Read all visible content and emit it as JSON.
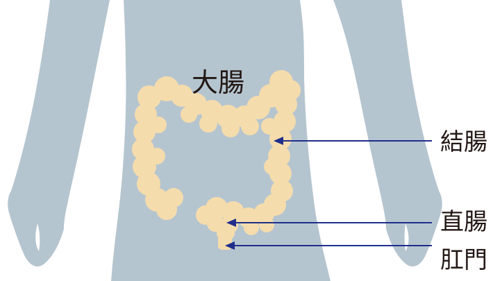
{
  "colors": {
    "body": "#b5c5cf",
    "colon": "#f5dcac",
    "arrow": "#1f2e8a",
    "text": "#231815",
    "background": "#ffffff"
  },
  "labels": {
    "large_intestine": "大腸",
    "colon": "結腸",
    "rectum": "直腸",
    "anus": "肛門"
  }
}
